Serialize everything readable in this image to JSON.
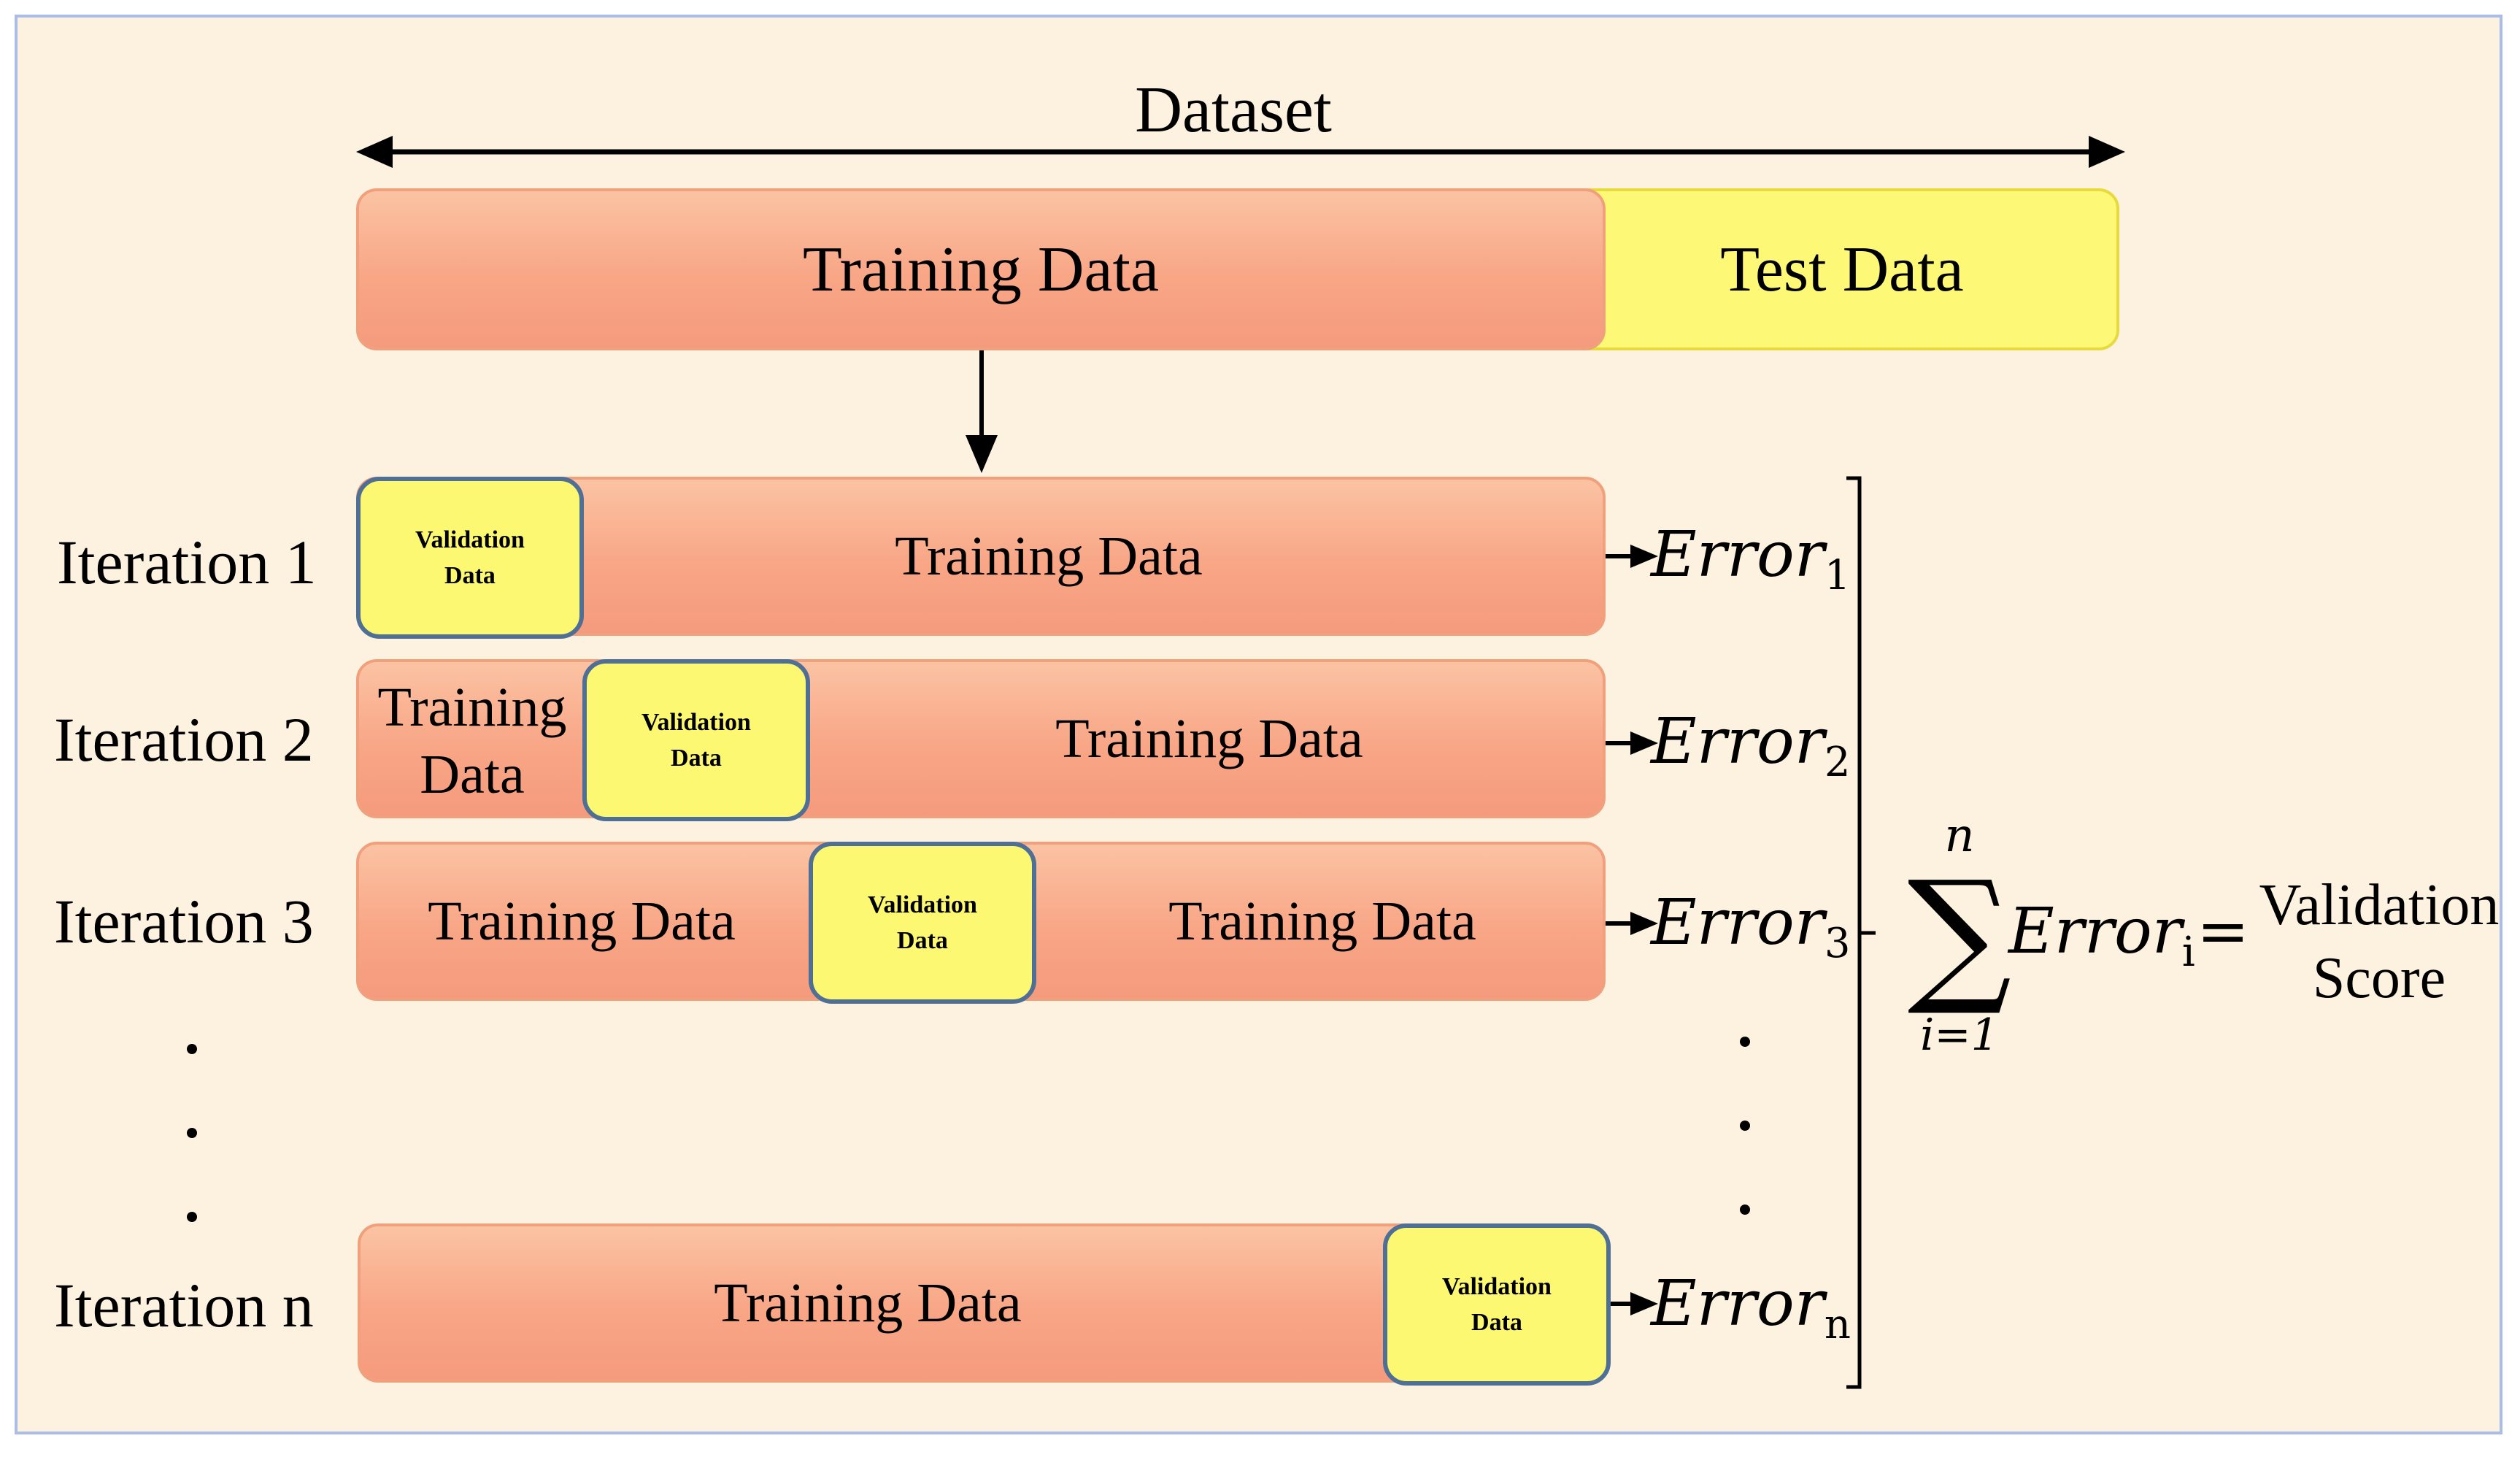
{
  "dataset_label": "Dataset",
  "split": {
    "training": "Training Data",
    "test": "Test Data"
  },
  "iterations": [
    {
      "label": "Iteration 1",
      "validation_line1": "Validation",
      "validation_line2": "Data",
      "right_training": "Training Data",
      "error_base": "Error",
      "error_sub": "1"
    },
    {
      "label": "Iteration 2",
      "left_training_line1": "Training",
      "left_training_line2": "Data",
      "validation_line1": "Validation",
      "validation_line2": "Data",
      "right_training": "Training Data",
      "error_base": "Error",
      "error_sub": "2"
    },
    {
      "label": "Iteration 3",
      "left_training": "Training Data",
      "validation_line1": "Validation",
      "validation_line2": "Data",
      "right_training": "Training Data",
      "error_base": "Error",
      "error_sub": "3"
    },
    {
      "label": "Iteration n",
      "left_training": "Training Data",
      "validation_line1": "Validation",
      "validation_line2": "Data",
      "error_base": "Error",
      "error_sub": "n"
    }
  ],
  "formula": {
    "sum_top": "n",
    "sum_symbol": "∑",
    "sum_bottom": "i=1",
    "term_base": "Error",
    "term_sub": "i",
    "equals": "=",
    "result_line1": "Validation",
    "result_line2": "Score"
  },
  "colors": {
    "training": "#f8a686",
    "test": "#fdf977",
    "validation": "#fdf872",
    "validation_border": "#4f6f95",
    "frame_border": "#a9bde6",
    "background": "#fdf2e0"
  }
}
